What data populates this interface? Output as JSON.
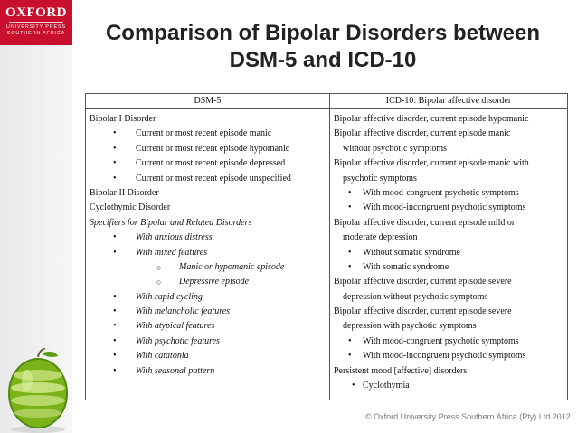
{
  "logo": {
    "name": "OXFORD",
    "line1": "UNIVERSITY PRESS",
    "line2": "SOUTHERN AFRICA"
  },
  "title_line1": "Comparison of Bipolar Disorders between",
  "title_line2": "DSM-5 and ICD-10",
  "table": {
    "headers": [
      "DSM-5",
      "ICD-10: Bipolar affective disorder"
    ],
    "left": [
      {
        "text": "Bipolar I Disorder",
        "level": 0,
        "italic": false
      },
      {
        "text": "Current or most recent episode manic",
        "level": 1,
        "italic": false
      },
      {
        "text": "Current or most recent episode hypomanic",
        "level": 1,
        "italic": false
      },
      {
        "text": "Current or most recent episode depressed",
        "level": 1,
        "italic": false
      },
      {
        "text": "Current or most recent episode unspecified",
        "level": 1,
        "italic": false
      },
      {
        "text": "Bipolar II Disorder",
        "level": 0,
        "italic": false
      },
      {
        "text": "Cyclothymic Disorder",
        "level": 0,
        "italic": false
      },
      {
        "text": "Specifiers for Bipolar and Related Disorders",
        "level": 0,
        "italic": true
      },
      {
        "text": "With anxious distress",
        "level": 1,
        "italic": true
      },
      {
        "text": "With mixed features",
        "level": 1,
        "italic": true
      },
      {
        "text": "Manic or hypomanic episode",
        "level": 2,
        "italic": true
      },
      {
        "text": "Depressive episode",
        "level": 2,
        "italic": true
      },
      {
        "text": "With rapid cycling",
        "level": 1,
        "italic": true
      },
      {
        "text": "With melancholic features",
        "level": 1,
        "italic": true
      },
      {
        "text": "With atypical features",
        "level": 1,
        "italic": true
      },
      {
        "text": "With psychotic features",
        "level": 1,
        "italic": true
      },
      {
        "text": "With catatonia",
        "level": 1,
        "italic": true
      },
      {
        "text": "With seasonal pattern",
        "level": 1,
        "italic": true
      }
    ],
    "right": [
      {
        "text": "Bipolar affective disorder, current episode hypomanic",
        "level": 0
      },
      {
        "text": "Bipolar affective disorder, current episode manic",
        "level": 0
      },
      {
        "text": "without psychotic symptoms",
        "level": 1
      },
      {
        "text": "Bipolar affective disorder, current episode manic with",
        "level": 0
      },
      {
        "text": "psychotic symptoms",
        "level": 1
      },
      {
        "text": "With mood-congruent psychotic symptoms",
        "level": 2
      },
      {
        "text": "With mood-incongruent psychotic symptoms",
        "level": 2
      },
      {
        "text": "Bipolar affective disorder, current episode mild or",
        "level": 0
      },
      {
        "text": "moderate depression",
        "level": 1
      },
      {
        "text": "Without somatic syndrome",
        "level": 2
      },
      {
        "text": "With somatic syndrome",
        "level": 2
      },
      {
        "text": "Bipolar affective disorder, current episode severe",
        "level": 0
      },
      {
        "text": "depression without psychotic symptoms",
        "level": 1
      },
      {
        "text": "Bipolar affective disorder, current episode severe",
        "level": 0
      },
      {
        "text": "depression with psychotic symptoms",
        "level": 1
      },
      {
        "text": "With mood-congruent psychotic symptoms",
        "level": 2
      },
      {
        "text": "With mood-incongruent psychotic symptoms",
        "level": 2
      },
      {
        "text": "Persistent mood [affective] disorders",
        "level": 0
      },
      {
        "text": "Cyclothymia",
        "level": 3
      }
    ]
  },
  "footer": "© Oxford University Press Southern Africa (Pty) Ltd 2012",
  "colors": {
    "brand": "#c8102e",
    "apple": "#7ab317"
  }
}
